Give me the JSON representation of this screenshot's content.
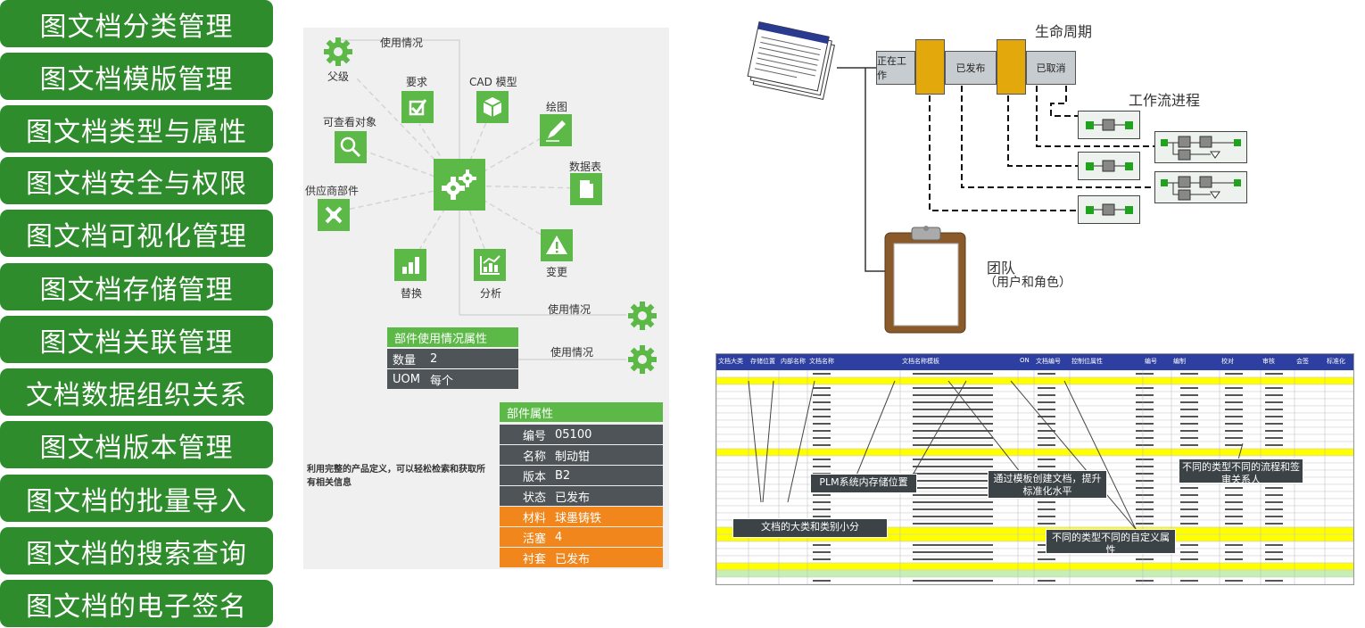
{
  "menu": [
    "图文档分类管理",
    "图文档模版管理",
    "图文档类型与属性",
    "图文档安全与权限",
    "图文档可视化管理",
    "图文档存储管理",
    "图文档关联管理",
    "文档数据组织关系",
    "图文档版本管理",
    "图文档的批量导入",
    "图文档的搜索查询",
    "图文档的电子签名"
  ],
  "usage_panel": {
    "usage_label": "使用情况",
    "parent": "父级",
    "requirement": "要求",
    "cad_model": "CAD 模型",
    "viewable": "可查看对象",
    "drawing": "绘图",
    "datasheet": "数据表",
    "supplier_part": "供应商部件",
    "change": "变更",
    "replace": "替换",
    "analysis": "分析",
    "usage_label_2": "使用情况",
    "usage_label_3": "使用情况",
    "usage_attr_title": "部件使用情况属性",
    "qty_key": "数量",
    "qty_val": "2",
    "uom_key": "UOM",
    "uom_val": "每个",
    "note": "利用完整的产品定义，可以轻松检索和获取所有相关信息",
    "part_attr_title": "部件属性",
    "attrs": [
      {
        "key": "编号",
        "val": "05100",
        "style": "dark"
      },
      {
        "key": "名称",
        "val": "制动钳",
        "style": "dark"
      },
      {
        "key": "版本",
        "val": "B2",
        "style": "dark"
      },
      {
        "key": "状态",
        "val": "已发布",
        "style": "dark"
      },
      {
        "key": "材料",
        "val": "球墨铸铁",
        "style": "orange"
      },
      {
        "key": "活塞",
        "val": "4",
        "style": "orange"
      },
      {
        "key": "衬套",
        "val": "已发布",
        "style": "orange"
      }
    ]
  },
  "lifecycle": {
    "title": "生命周期",
    "state1": "正在工作",
    "state2": "已发布",
    "state3": "已取消",
    "workflow_title": "工作流进程",
    "team_title": "团队",
    "team_sub": "（用户和角色）"
  },
  "sheet": {
    "headers": [
      "文档大类",
      "存储位置",
      "内部名称",
      "文档名称",
      "文档名称模板",
      "ON",
      "文档编号",
      "控制位属性",
      "编号",
      "编制",
      "校对",
      "审核",
      "会签",
      "标准化"
    ],
    "callouts": {
      "c1": "PLM系统内存储位置",
      "c2": "通过模板创建文档，提升标准化水平",
      "c3": "不同的类型不同的流程和签审关系人",
      "c4": "文档的大类和类别小分",
      "c5": "不同的类型不同的自定义属性"
    }
  },
  "colors": {
    "menu_green": "#2f8c2c",
    "icon_green": "#5cb947",
    "row_dark": "#4e5457",
    "row_orange": "#f0861c",
    "lc_gold": "#e2a80c",
    "sheet_header": "#2d3fa0",
    "sheet_yellow": "#ffff00",
    "sheet_lightgreen": "#c6efb3"
  }
}
